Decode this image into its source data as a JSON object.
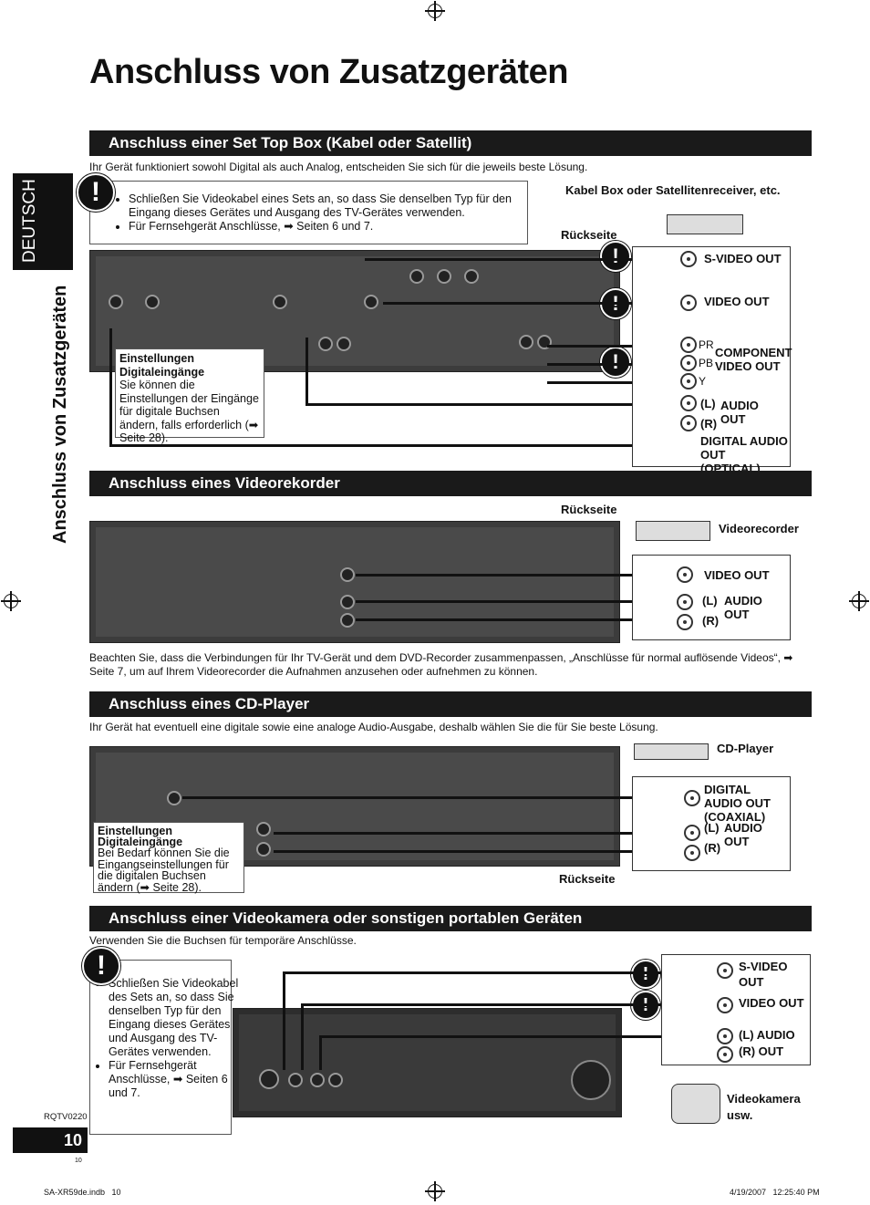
{
  "page_title": "Anschluss von Zusatzgeräten",
  "side_tab": "DEUTSCH",
  "side_title": "Anschluss von Zusatzgeräten",
  "sections": {
    "stb": {
      "heading": "Anschluss einer Set Top Box (Kabel oder Satellit)",
      "intro": "Ihr Gerät funktioniert sowohl Digital als auch Analog, entscheiden Sie sich für die jeweils beste Lösung.",
      "notes": [
        "Schließen Sie Videokabel eines Sets an, so dass Sie denselben Typ für den Eingang dieses Gerätes und Ausgang des TV-Gerätes verwenden.",
        "Für Fernsehgerät Anschlüsse, ➡ Seiten 6 und 7."
      ],
      "device_label": "Kabel Box oder Satellitenreceiver, etc.",
      "rear_label": "Rückseite",
      "outputs": {
        "svideo": "S-VIDEO OUT",
        "video": "VIDEO OUT",
        "pr": "PR",
        "pb": "PB",
        "y": "Y",
        "component": "COMPONENT VIDEO OUT",
        "audio_l": "(L)",
        "audio_r": "(R)",
        "audio": "AUDIO OUT",
        "digital": "DIGITAL AUDIO OUT (OPTICAL)"
      },
      "callout_title": "Einstellungen Digitaleingänge",
      "callout_text": "Sie können die Einstellungen der Eingänge für digitale Buchsen ändern, falls erforderlich (➡ Seite 28)."
    },
    "vcr": {
      "heading": "Anschluss eines Videorekorder",
      "rear_label": "Rückseite",
      "device_label": "Videorecorder",
      "outputs": {
        "video": "VIDEO OUT",
        "audio_l": "(L)",
        "audio_r": "(R)",
        "audio": "AUDIO OUT"
      },
      "note": "Beachten Sie, dass die Verbindungen für Ihr TV-Gerät und dem DVD-Recorder zusammenpassen, „Anschlüsse für normal auflösende Videos“, ➡ Seite 7, um auf Ihrem Videorecorder die Aufnahmen anzusehen oder aufnehmen zu können."
    },
    "cd": {
      "heading": "Anschluss eines CD-Player",
      "intro": "Ihr Gerät hat eventuell eine digitale sowie eine analoge Audio-Ausgabe, deshalb wählen Sie die für Sie beste Lösung.",
      "device_label": "CD-Player",
      "rear_label": "Rückseite",
      "outputs": {
        "digital": "DIGITAL AUDIO OUT (COAXIAL)",
        "audio_l": "(L)",
        "audio_r": "(R)",
        "audio": "AUDIO OUT"
      },
      "callout_title": "Einstellungen Digitaleingänge",
      "callout_text": "Bei Bedarf können Sie die Eingangseinstellungen für die digitalen Buchsen ändern (➡ Seite 28)."
    },
    "cam": {
      "heading": "Anschluss einer Videokamera oder sonstigen portablen Geräten",
      "intro": "Verwenden Sie die Buchsen für temporäre Anschlüsse.",
      "notes": [
        "Schließen Sie Videokabel des Sets an, so dass Sie denselben Typ für den Eingang dieses Gerätes und Ausgang des TV-Gerätes verwenden.",
        "Für Fernsehgerät Anschlüsse, ➡ Seiten 6 und 7."
      ],
      "outputs": {
        "svideo": "S-VIDEO OUT",
        "video": "VIDEO OUT",
        "audio_l": "(L) AUDIO",
        "audio_r": "(R) OUT"
      },
      "device_label": "Videokamera usw."
    }
  },
  "footer": {
    "code": "RQTV0220",
    "page": "10",
    "page_small": "10",
    "file": "SA-XR59de.indb   10",
    "timestamp": "4/19/2007   12:25:40 PM"
  }
}
